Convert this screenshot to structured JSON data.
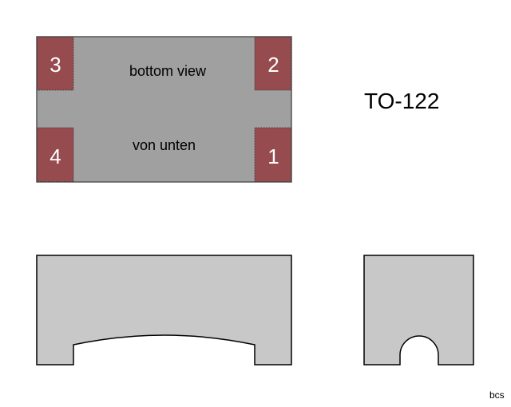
{
  "title": "TO-122",
  "bottom_view": {
    "label_en": "bottom view",
    "label_de": "von unten",
    "pins": [
      "3",
      "2",
      "4",
      "1"
    ]
  },
  "credit": "bcs",
  "colors": {
    "body": "#a0a0a0",
    "pad": "#964b4f",
    "side": "#c8c8c8",
    "outline": "#000000"
  }
}
